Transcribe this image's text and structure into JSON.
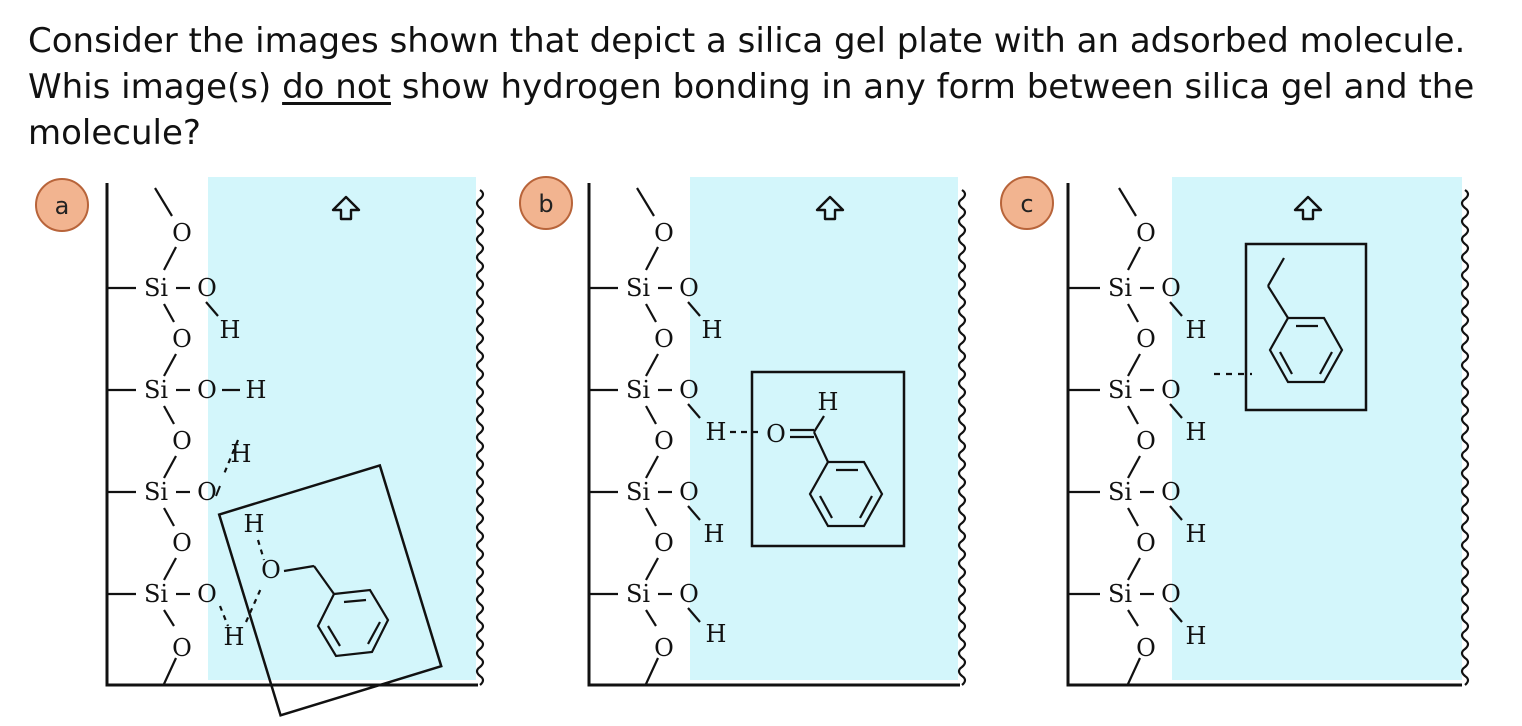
{
  "question": {
    "part1": "Consider the images shown that depict a silica gel plate with an adsorbed molecule. Whis image(s) ",
    "underlined": "do not",
    "part2": " show hydrogen bonding in any form between silica gel and the molecule?"
  },
  "colors": {
    "solvent": "#d3f6fb",
    "badge_fill": "#f2b490",
    "badge_stroke": "#b8643a",
    "line": "#111111"
  },
  "panels": [
    {
      "label": "a",
      "si_groups": [
        {
          "si": "Si",
          "o": "O",
          "h": "H"
        },
        {
          "si": "Si",
          "o": "O",
          "h": "H"
        },
        {
          "si": "Si",
          "o": "O",
          "h": "H"
        },
        {
          "si": "Si",
          "o": "O",
          "h": "H"
        }
      ],
      "bridge_o": [
        "O",
        "O",
        "O",
        "O",
        "O"
      ],
      "molecule": {
        "o": "O",
        "h": "H"
      }
    },
    {
      "label": "b",
      "si_groups": [
        {
          "si": "Si",
          "o": "O",
          "h": "H"
        },
        {
          "si": "Si",
          "o": "O",
          "h": "H"
        },
        {
          "si": "Si",
          "o": "O",
          "h": "H"
        },
        {
          "si": "Si",
          "o": "O",
          "h": "H"
        }
      ],
      "bridge_o": [
        "O",
        "O",
        "O",
        "O",
        "O"
      ],
      "molecule": {
        "o": "O",
        "h": "H"
      }
    },
    {
      "label": "c",
      "si_groups": [
        {
          "si": "Si",
          "o": "O",
          "h": "H"
        },
        {
          "si": "Si",
          "o": "O",
          "h": "H"
        },
        {
          "si": "Si",
          "o": "O",
          "h": "H"
        },
        {
          "si": "Si",
          "o": "O",
          "h": "H"
        }
      ],
      "bridge_o": [
        "O",
        "O",
        "O",
        "O",
        "O"
      ]
    }
  ],
  "icons": {
    "flow": "up-arrow-icon",
    "surface": "wavy-edge-icon",
    "ring": "benzene-ring-icon"
  }
}
